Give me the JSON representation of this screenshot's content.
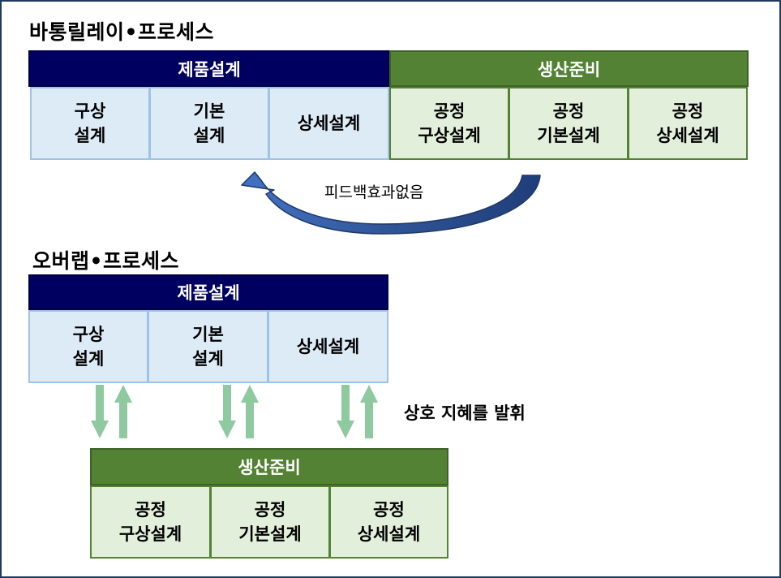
{
  "baton": {
    "title": "바통릴레이•프로세스",
    "product_design": {
      "header": "제품설계",
      "cells": [
        "구상\n설계",
        "기본\n설계",
        "상세설계"
      ]
    },
    "production_prep": {
      "header": "생산준비",
      "cells": [
        "공정\n구상설계",
        "공정\n기본설계",
        "공정\n상세설계"
      ]
    },
    "feedback_label": "피드백효과없음"
  },
  "overlap": {
    "title": "오버랩•프로세스",
    "product_design": {
      "header": "제품설계",
      "cells": [
        "구상\n설계",
        "기본\n설계",
        "상세설계"
      ]
    },
    "production_prep": {
      "header": "생산준비",
      "cells": [
        "공정\n구상설계",
        "공정\n기본설계",
        "공정\n상세설계"
      ]
    },
    "synergy_label": "상호 지혜를 발휘"
  },
  "colors": {
    "navy_header": "#000060",
    "green_header": "#548235",
    "blue_cell": "#ddebf7",
    "green_cell": "#e2efda",
    "curved_arrow": "#2f5597",
    "exchange_arrow": "#8fc9a0"
  }
}
